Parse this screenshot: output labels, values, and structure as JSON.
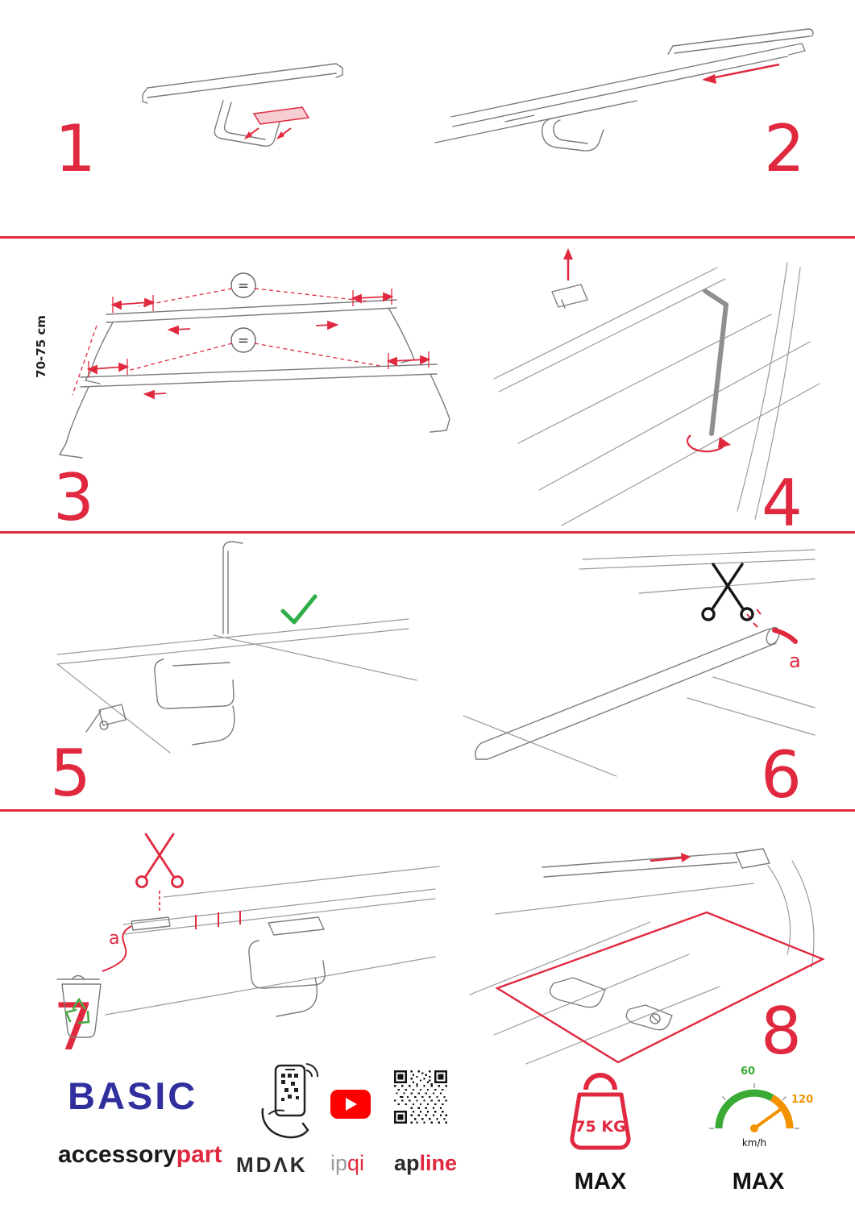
{
  "steps": [
    {
      "number": "1"
    },
    {
      "number": "2"
    },
    {
      "number": "3"
    },
    {
      "number": "4"
    },
    {
      "number": "5"
    },
    {
      "number": "6"
    },
    {
      "number": "7"
    },
    {
      "number": "8"
    }
  ],
  "step3": {
    "measurement": "70-75 cm",
    "equals_front": "=",
    "equals_rear": "="
  },
  "step6": {
    "label_a": "a"
  },
  "step7": {
    "label_a": "a"
  },
  "footer": {
    "brand": "BASIC",
    "brand_line2_left": "accessory",
    "brand_line2_right": "part",
    "partner1": "MDΛK",
    "partner2_left": "ip",
    "partner2_right": "qi",
    "partner3_left": "ap",
    "partner3_right": "line",
    "weight_value": "75 KG",
    "weight_max": "MAX",
    "speed_low": "60",
    "speed_high": "120",
    "speed_unit": "km/h",
    "speed_max": "MAX"
  },
  "colors": {
    "accent_red": "#e0293f",
    "brand_blue": "#312f9e",
    "green": "#3aaa35",
    "orange": "#f39200",
    "youtube_red": "#ff0000"
  }
}
